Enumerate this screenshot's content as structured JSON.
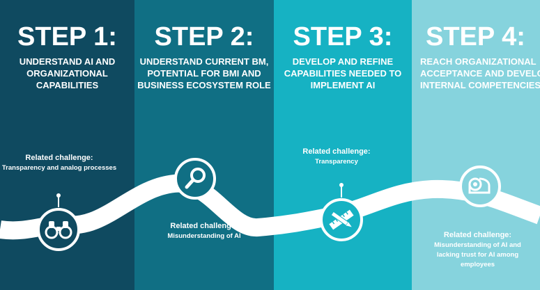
{
  "steps": [
    {
      "title": "STEP 1:",
      "desc": [
        "UNDERSTAND AI AND",
        "ORGANIZATIONAL",
        "CAPABILITIES"
      ],
      "related_title": "Related challenge:",
      "related": [
        "Transparency and analog processes"
      ],
      "icon": "binoculars-icon"
    },
    {
      "title": "STEP 2:",
      "desc": [
        "UNDERSTAND CURRENT BM,",
        "POTENTIAL FOR BMI AND",
        "BUSINESS ECOSYSTEM ROLE"
      ],
      "related_title": "Related challenge:",
      "related": [
        "Misunderstanding of AI"
      ],
      "icon": "magnifier-icon"
    },
    {
      "title": "STEP 3:",
      "desc": [
        "DEVELOP AND REFINE",
        "CAPABILITIES NEEDED TO",
        "IMPLEMENT AI"
      ],
      "related_title": "Related challenge:",
      "related": [
        "Transparency"
      ],
      "icon": "ruler-pencil-icon"
    },
    {
      "title": "STEP 4:",
      "desc": [
        "REACH ORGANIZATIONAL",
        "ACCEPTANCE AND DEVELOP",
        "INTERNAL COMPETENCIES"
      ],
      "related_title": "Related challenge:",
      "related": [
        "Misunderstanding of AI and",
        "lacking trust for AI among",
        "employees"
      ],
      "icon": "scroll-icon"
    }
  ],
  "colors": {
    "col1": "#0f4a60",
    "col2": "#106f84",
    "col3": "#16b2c3",
    "col4": "#86d3dd",
    "road": "#ffffff"
  }
}
